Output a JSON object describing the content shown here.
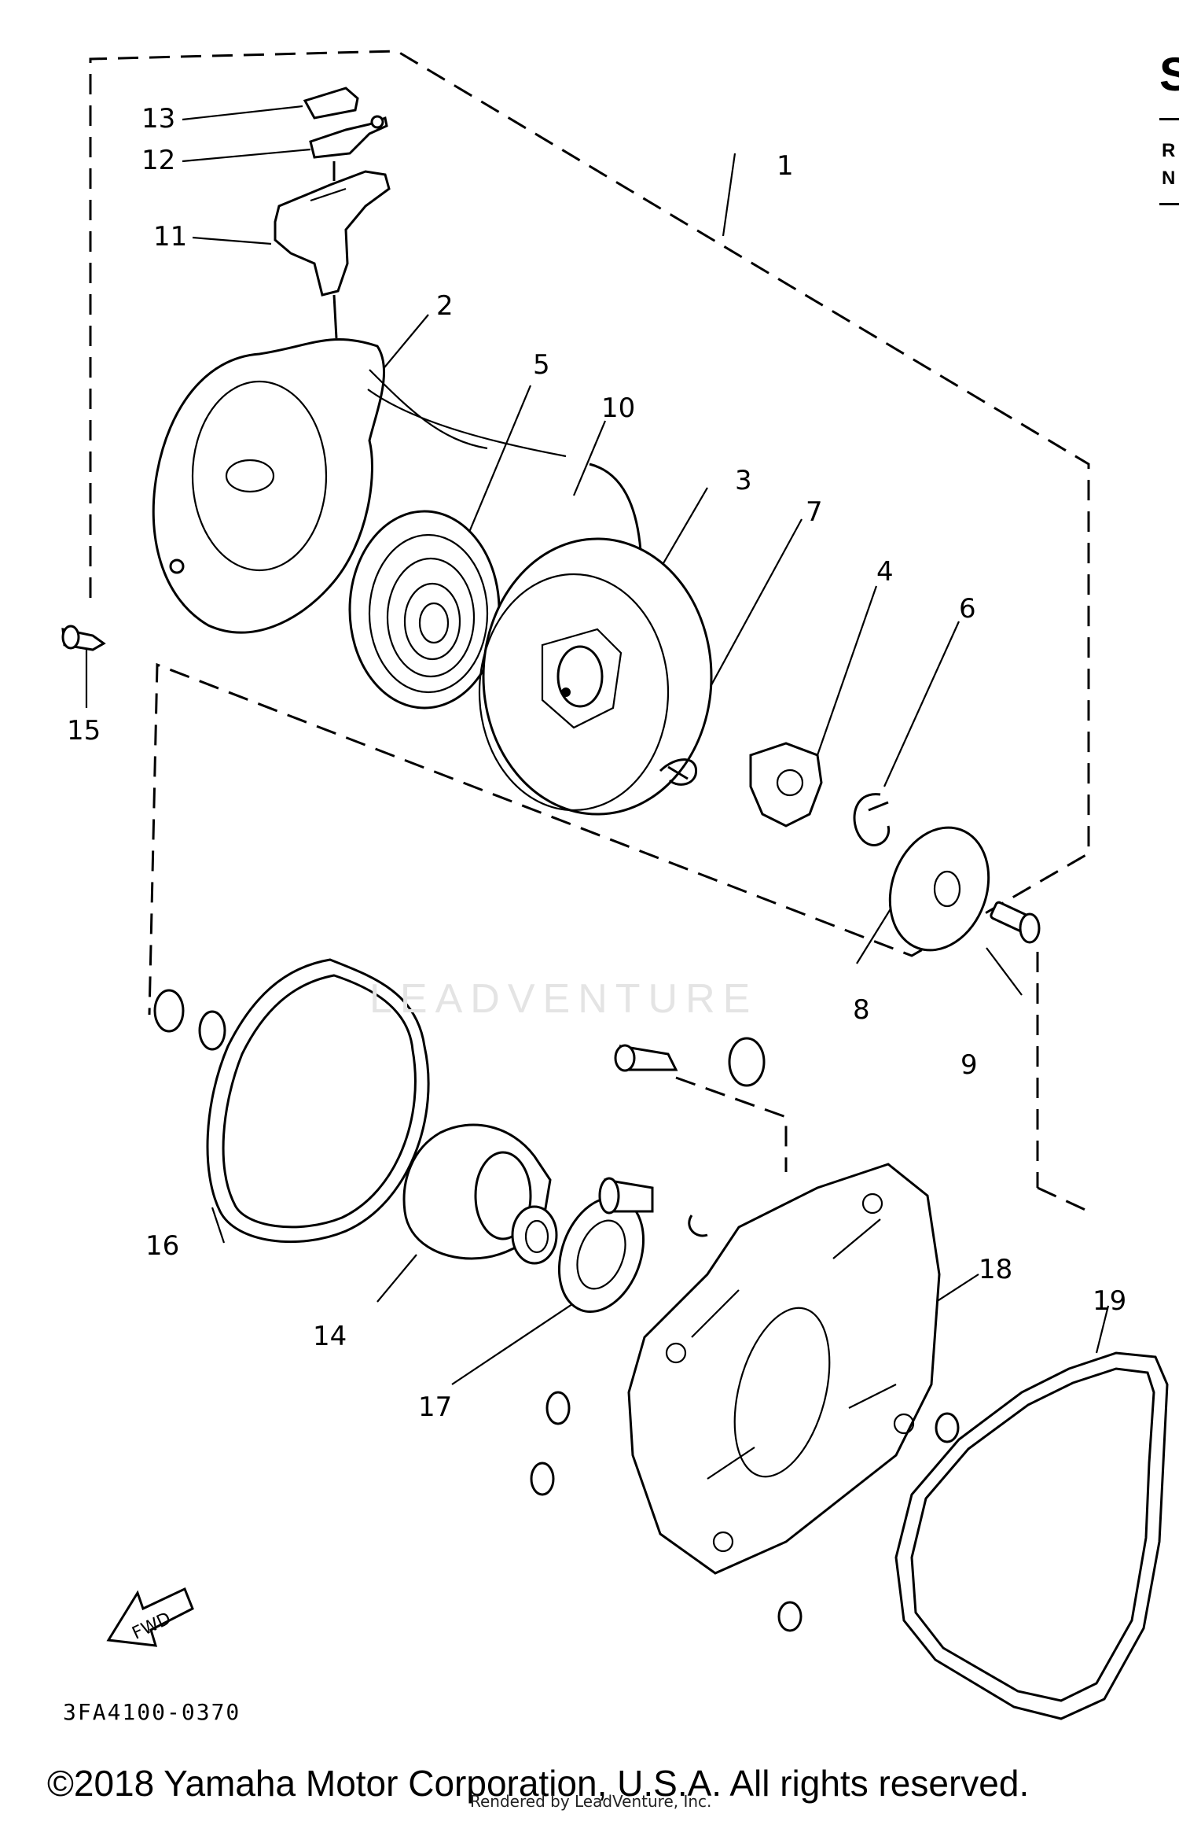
{
  "callouts": [
    "1",
    "2",
    "3",
    "4",
    "5",
    "6",
    "7",
    "8",
    "9",
    "10",
    "11",
    "12",
    "13",
    "14",
    "15",
    "16",
    "17",
    "18",
    "19"
  ],
  "diagram_code": "3FA4100-0370",
  "fwd_label": "FWD",
  "watermark": "LEADVENTURE",
  "copyright": "©2018 Yamaha Motor Corporation, U.S.A. All rights reserved.",
  "rendered_by": "Rendered by LeadVenture, Inc.",
  "edge_text": {
    "s": "S",
    "r": "R",
    "n": "N"
  }
}
